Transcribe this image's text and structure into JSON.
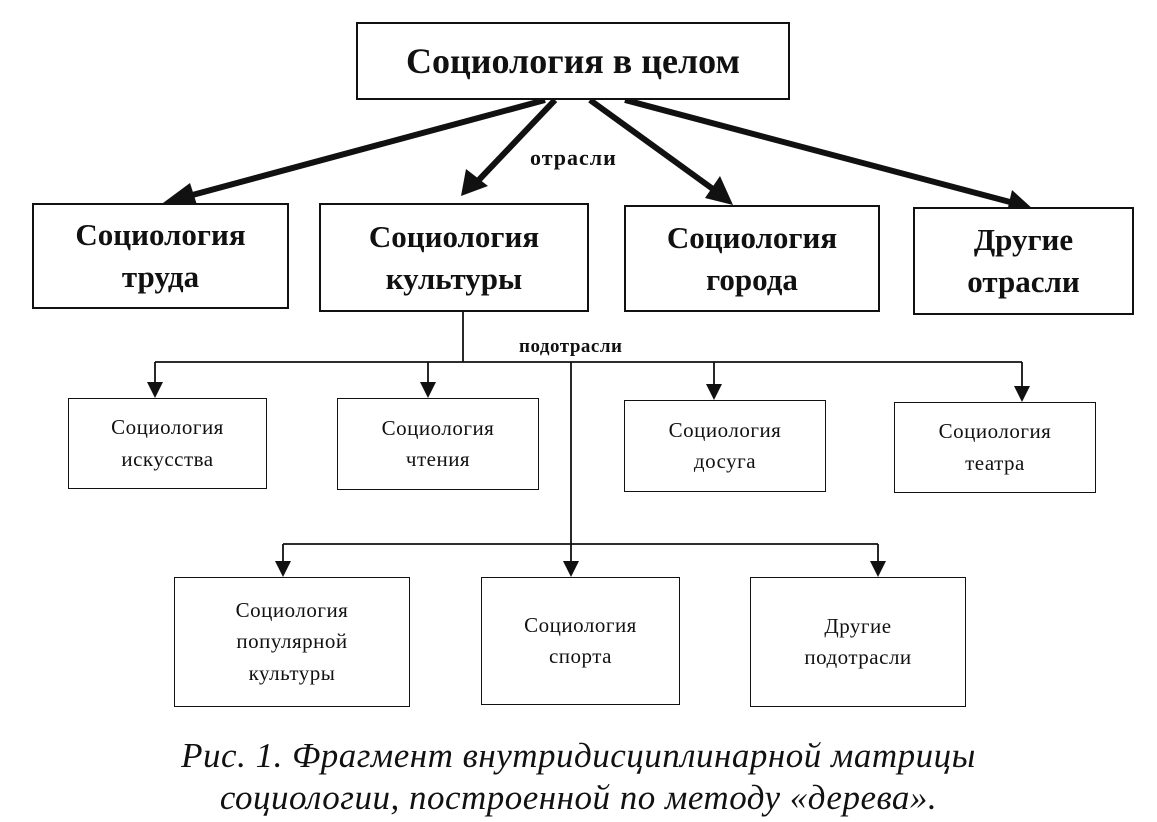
{
  "diagram": {
    "root": {
      "text": "Социология в целом"
    },
    "branches_label": "отрасли",
    "subbranches_label": "подотрасли",
    "branches": [
      {
        "line1": "Социология",
        "line2": "труда"
      },
      {
        "line1": "Социология",
        "line2": "культуры"
      },
      {
        "line1": "Социология",
        "line2": "города"
      },
      {
        "line1": "Другие",
        "line2": "отрасли"
      }
    ],
    "subbranches_row1": [
      {
        "line1": "Социология",
        "line2": "искусства"
      },
      {
        "line1": "Социология",
        "line2": "чтения"
      },
      {
        "line1": "Социология",
        "line2": "досуга"
      },
      {
        "line1": "Социология",
        "line2": "театра"
      }
    ],
    "subbranches_row2": [
      {
        "line1": "Социология",
        "line2": "популярной",
        "line3": "культуры"
      },
      {
        "line1": "Социология",
        "line2": "спорта"
      },
      {
        "line1": "Другие",
        "line2": "подотрасли"
      }
    ]
  },
  "caption": {
    "line1": "Рис. 1. Фрагмент внутридисциплинарной матрицы",
    "line2": "социологии, построенной по методу «дерева»."
  }
}
